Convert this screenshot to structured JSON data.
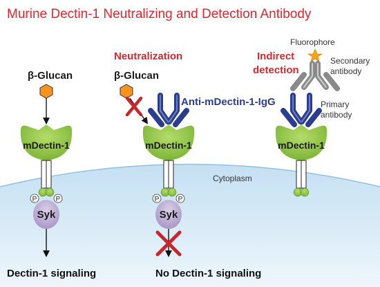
{
  "title": "Murine Dectin-1 Neutralizing and Detection Antibody",
  "cytoplasm_label": "Cytoplasm",
  "panel_left": {
    "ligand": "β-Glucan",
    "receptor": "mDectin-1",
    "kinase": "Syk",
    "phospho": "P",
    "outcome": "Dectin-1 signaling"
  },
  "panel_middle": {
    "heading": "Neutralization",
    "ligand": "β-Glucan",
    "antibody": "Anti-mDectin-1-IgG",
    "receptor": "mDectin-1",
    "kinase": "Syk",
    "phospho": "P",
    "outcome": "No Dectin-1 signaling"
  },
  "panel_right": {
    "heading_line1": "Indirect",
    "heading_line2": "detection",
    "fluorophore": "Fluorophore",
    "secondary_line1": "Secondary",
    "secondary_line2": "antibody",
    "primary_line1": "Primary",
    "primary_line2": "antibody",
    "receptor": "mDectin-1"
  },
  "colors": {
    "title_red": "#e0262e",
    "receptor_green": "#8cc63f",
    "ligand_orange": "#f7941d",
    "antibody_blue": "#2a3d8f",
    "secondary_gray": "#8a8a8a",
    "kinase_lavender": "#b9a9cf",
    "cytoplasm_blue": "#cde4f3",
    "block_red": "#c8262c"
  }
}
